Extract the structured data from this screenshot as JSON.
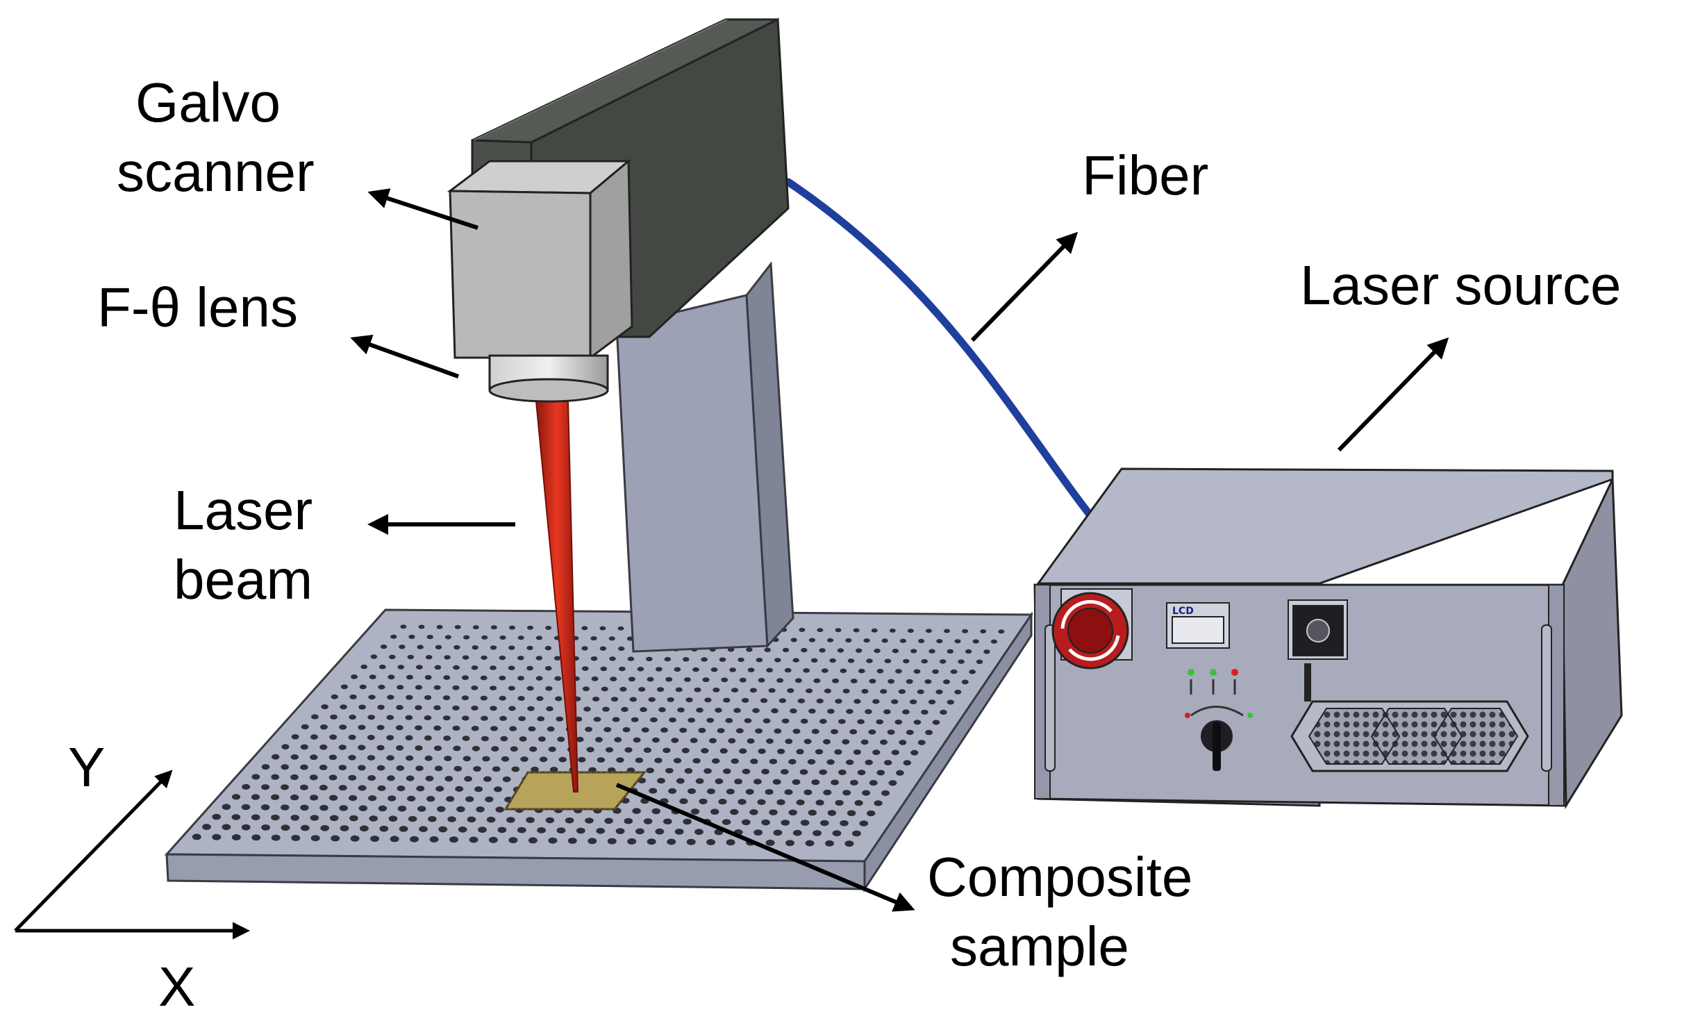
{
  "labels": {
    "galvo_line1": "Galvo",
    "galvo_line2": "scanner",
    "ftheta": "F-θ lens",
    "laser_line1": "Laser",
    "laser_line2": "beam",
    "fiber": "Fiber",
    "laser_source": "Laser source",
    "composite_line1": "Composite",
    "composite_line2": "sample",
    "axis_x": "X",
    "axis_y": "Y",
    "panel_lcd": "LCD"
  },
  "colors": {
    "head_dark": "#4a4f4a",
    "head_side": "#3e423e",
    "head_top": "#555a55",
    "scanner_box": "#b9b9b9",
    "lens": "#a9a9a9",
    "column": "#8e93a7",
    "column_front": "#9ca1b5",
    "table_top": "#aeb3c3",
    "table_edge": "#9a9fb0",
    "hole": "#2f2f38",
    "beam": "#d42a1a",
    "fiber": "#1f3f9c",
    "source_body": "#a4a8b8",
    "source_top": "#b4b8c8",
    "source_side": "#8d91a2",
    "sample": "#b7a45a",
    "estop": "#b81c1c",
    "text": "#000000"
  }
}
